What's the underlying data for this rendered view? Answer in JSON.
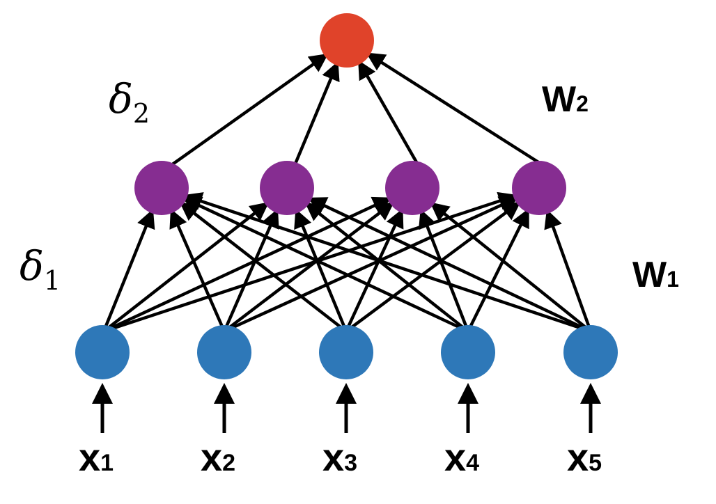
{
  "colors": {
    "input_node": "#2e78b8",
    "hidden_node": "#862d91",
    "output_node": "#e0432a",
    "edge": "#000000"
  },
  "layers": {
    "input": {
      "count": 5,
      "labels": [
        {
          "base": "x",
          "sub": "1"
        },
        {
          "base": "x",
          "sub": "2"
        },
        {
          "base": "x",
          "sub": "3"
        },
        {
          "base": "x",
          "sub": "4"
        },
        {
          "base": "x",
          "sub": "5"
        }
      ]
    },
    "hidden": {
      "count": 4
    },
    "output": {
      "count": 1
    }
  },
  "weights": {
    "w1": {
      "base": "W",
      "sub": "1"
    },
    "w2": {
      "base": "W",
      "sub": "2"
    }
  },
  "deltas": {
    "d1": {
      "base": "δ",
      "sub": "1"
    },
    "d2": {
      "base": "δ",
      "sub": "2"
    }
  }
}
